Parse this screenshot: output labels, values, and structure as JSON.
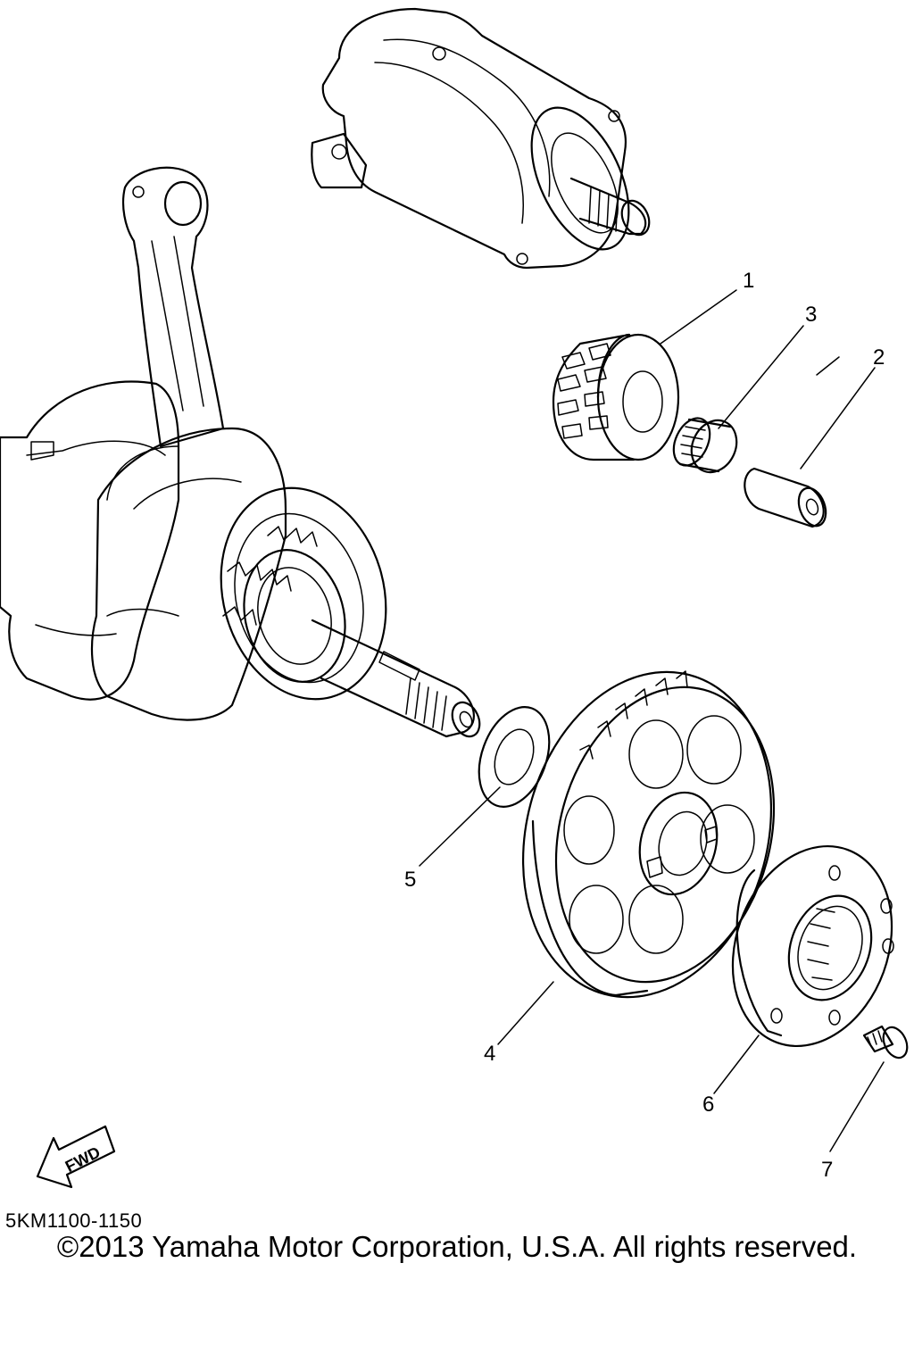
{
  "callouts": [
    {
      "id": "1",
      "text": "1"
    },
    {
      "id": "2",
      "text": "2"
    },
    {
      "id": "3",
      "text": "3"
    },
    {
      "id": "4",
      "text": "4"
    },
    {
      "id": "5",
      "text": "5"
    },
    {
      "id": "6",
      "text": "6"
    },
    {
      "id": "7",
      "text": "7"
    }
  ],
  "fwd_label": "FWD",
  "diagram_code": "5KM1100-1150",
  "copyright": "©2013 Yamaha Motor Corporation, U.S.A. All rights reserved."
}
